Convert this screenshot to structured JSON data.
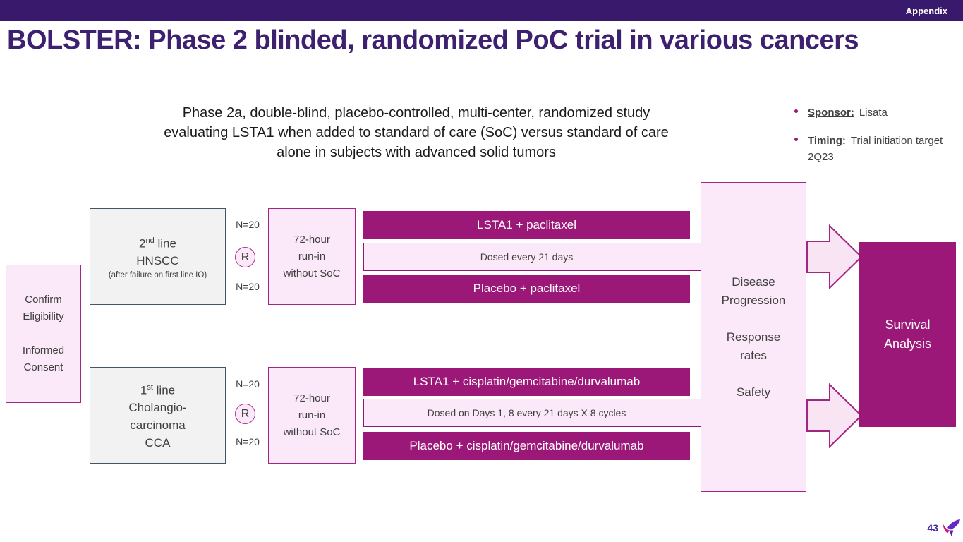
{
  "colors": {
    "topbar-bg": "#38196b",
    "title": "#3d2070",
    "magenta": "#9c1878",
    "magenta-border": "#a12581",
    "pink-fill": "#fbe8f8",
    "gray-fill": "#f2f2f2",
    "gray-border": "#44546a",
    "page-num": "#3a28a8"
  },
  "topbar": {
    "label": "Appendix"
  },
  "title": "BOLSTER: Phase 2 blinded, randomized PoC trial in various cancers",
  "subtitle": "Phase 2a, double-blind, placebo-controlled, multi-center, randomized study\nevaluating LSTA1 when added to standard of care (SoC) versus standard of care\nalone in subjects with advanced solid tumors",
  "bullets": {
    "sponsor_label": "Sponsor:",
    "sponsor_text": "Lisata",
    "timing_label": "Timing:",
    "timing_text": "Trial initiation target 2Q23"
  },
  "diagram": {
    "eligibility": "Confirm\nEligibility\n\nInformed\nConsent",
    "arm1": {
      "line_num": "2",
      "line_sup": "nd",
      "line_rest": " line",
      "name": "HNSCC",
      "note": "(after failure on first line IO)",
      "n_top": "N=20",
      "randomize": "R",
      "n_bottom": "N=20",
      "runin": "72-hour\nrun-in\nwithout SoC",
      "bar_active": "LSTA1 + paclitaxel",
      "bar_dosing": "Dosed every 21 days",
      "bar_placebo": "Placebo + paclitaxel"
    },
    "arm2": {
      "line_num": "1",
      "line_sup": "st",
      "line_rest": " line",
      "name": "Cholangio-\ncarcinoma\nCCA",
      "n_top": "N=20",
      "randomize": "R",
      "n_bottom": "N=20",
      "runin": "72-hour\nrun-in\nwithout SoC",
      "bar_active": "LSTA1 + cisplatin/gemcitabine/durvalumab",
      "bar_dosing": "Dosed on Days 1, 8 every 21 days X 8 cycles",
      "bar_placebo": "Placebo + cisplatin/gemcitabine/durvalumab"
    },
    "outcomes": "Disease\nProgression\n\nResponse\nrates\n\nSafety",
    "survival": "Survival\nAnalysis"
  },
  "footer": {
    "page": "43"
  }
}
